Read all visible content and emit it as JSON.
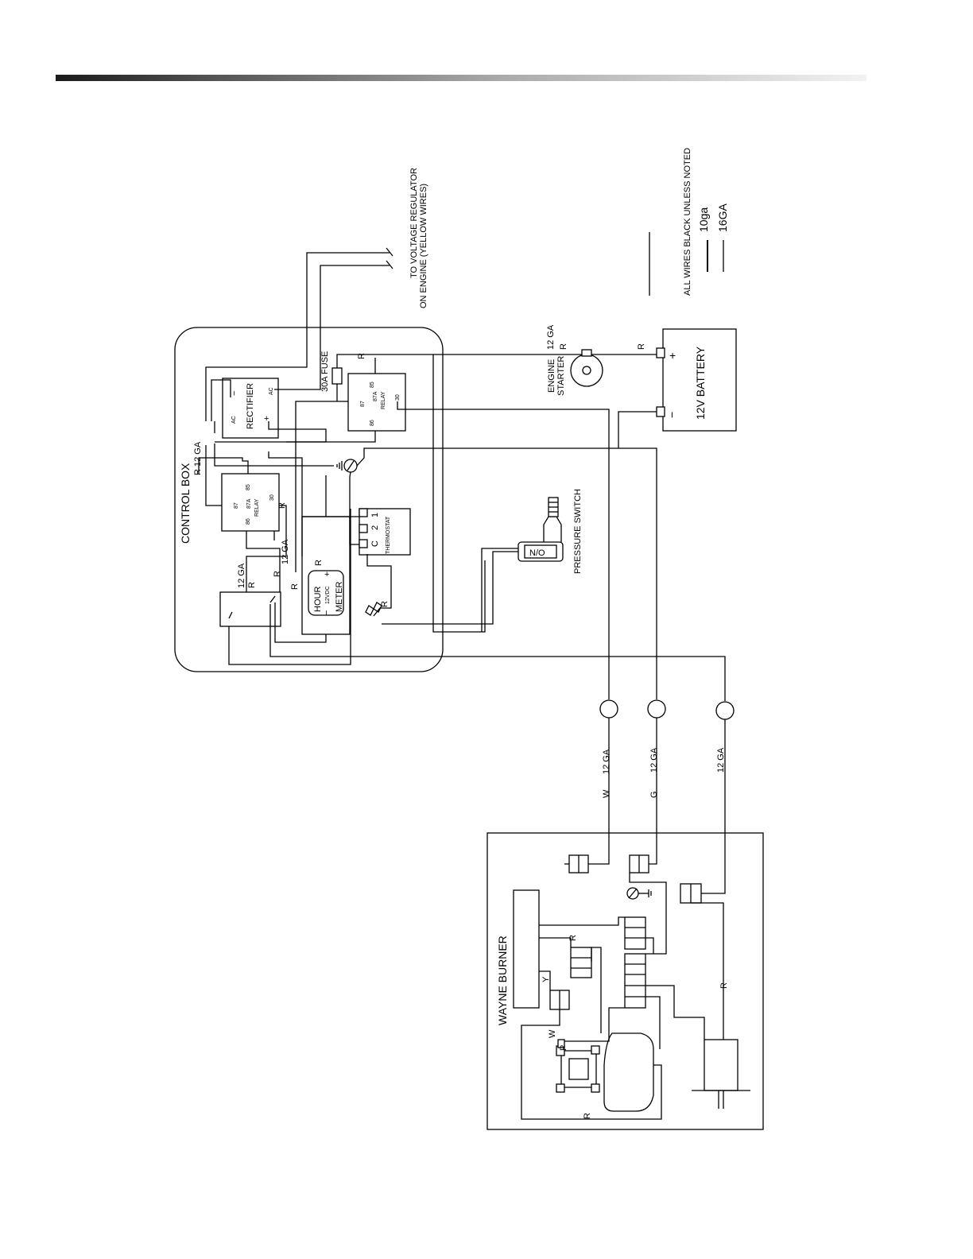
{
  "title_bar": {
    "style": "dark-to-light gradient rule"
  },
  "labels": {
    "control_box": "CONTROL BOX",
    "rectifier": "RECTIFIER",
    "rect_ac1": "AC",
    "rect_ac2": "AC",
    "rect_minus": "−",
    "rect_plus": "+",
    "fuse": "30A FUSE",
    "relay": "RELAY",
    "relay_87": "87",
    "relay_87a": "87A",
    "relay_86": "86",
    "relay_85": "85",
    "relay_30": "30",
    "thermostat": "THERMOSTAT",
    "thermo_c": "C",
    "thermo_2": "2",
    "thermo_1": "1",
    "hour_meter_line1": "HOUR",
    "hour_meter_line2": "METER",
    "hour_meter_volt": "12VDC",
    "hour_meter_minus": "−",
    "hour_meter_plus": "+",
    "voltage_reg_line1": "TO VOLTAGE REGULATOR",
    "voltage_reg_line2": "ON ENGINE (YELLOW WIRES)",
    "engine_starter_line1": "ENGINE",
    "engine_starter_line2": "STARTER",
    "battery": "12V BATTERY",
    "battery_plus": "+",
    "battery_minus": "−",
    "pressure_switch": "PRESSURE SWITCH",
    "pressure_switch_no": "N/O",
    "legend_note": "ALL WIRES BLACK UNLESS NOTED",
    "legend_10ga": "10ga",
    "legend_16ga": "16GA",
    "wayne_burner": "WAYNE BURNER",
    "ga12": "12 GA",
    "r12ga": "R 12 GA",
    "wire_r": "R",
    "wire_w": "W",
    "wire_g": "G",
    "wire_y": "Y",
    "wire_p": "P"
  }
}
